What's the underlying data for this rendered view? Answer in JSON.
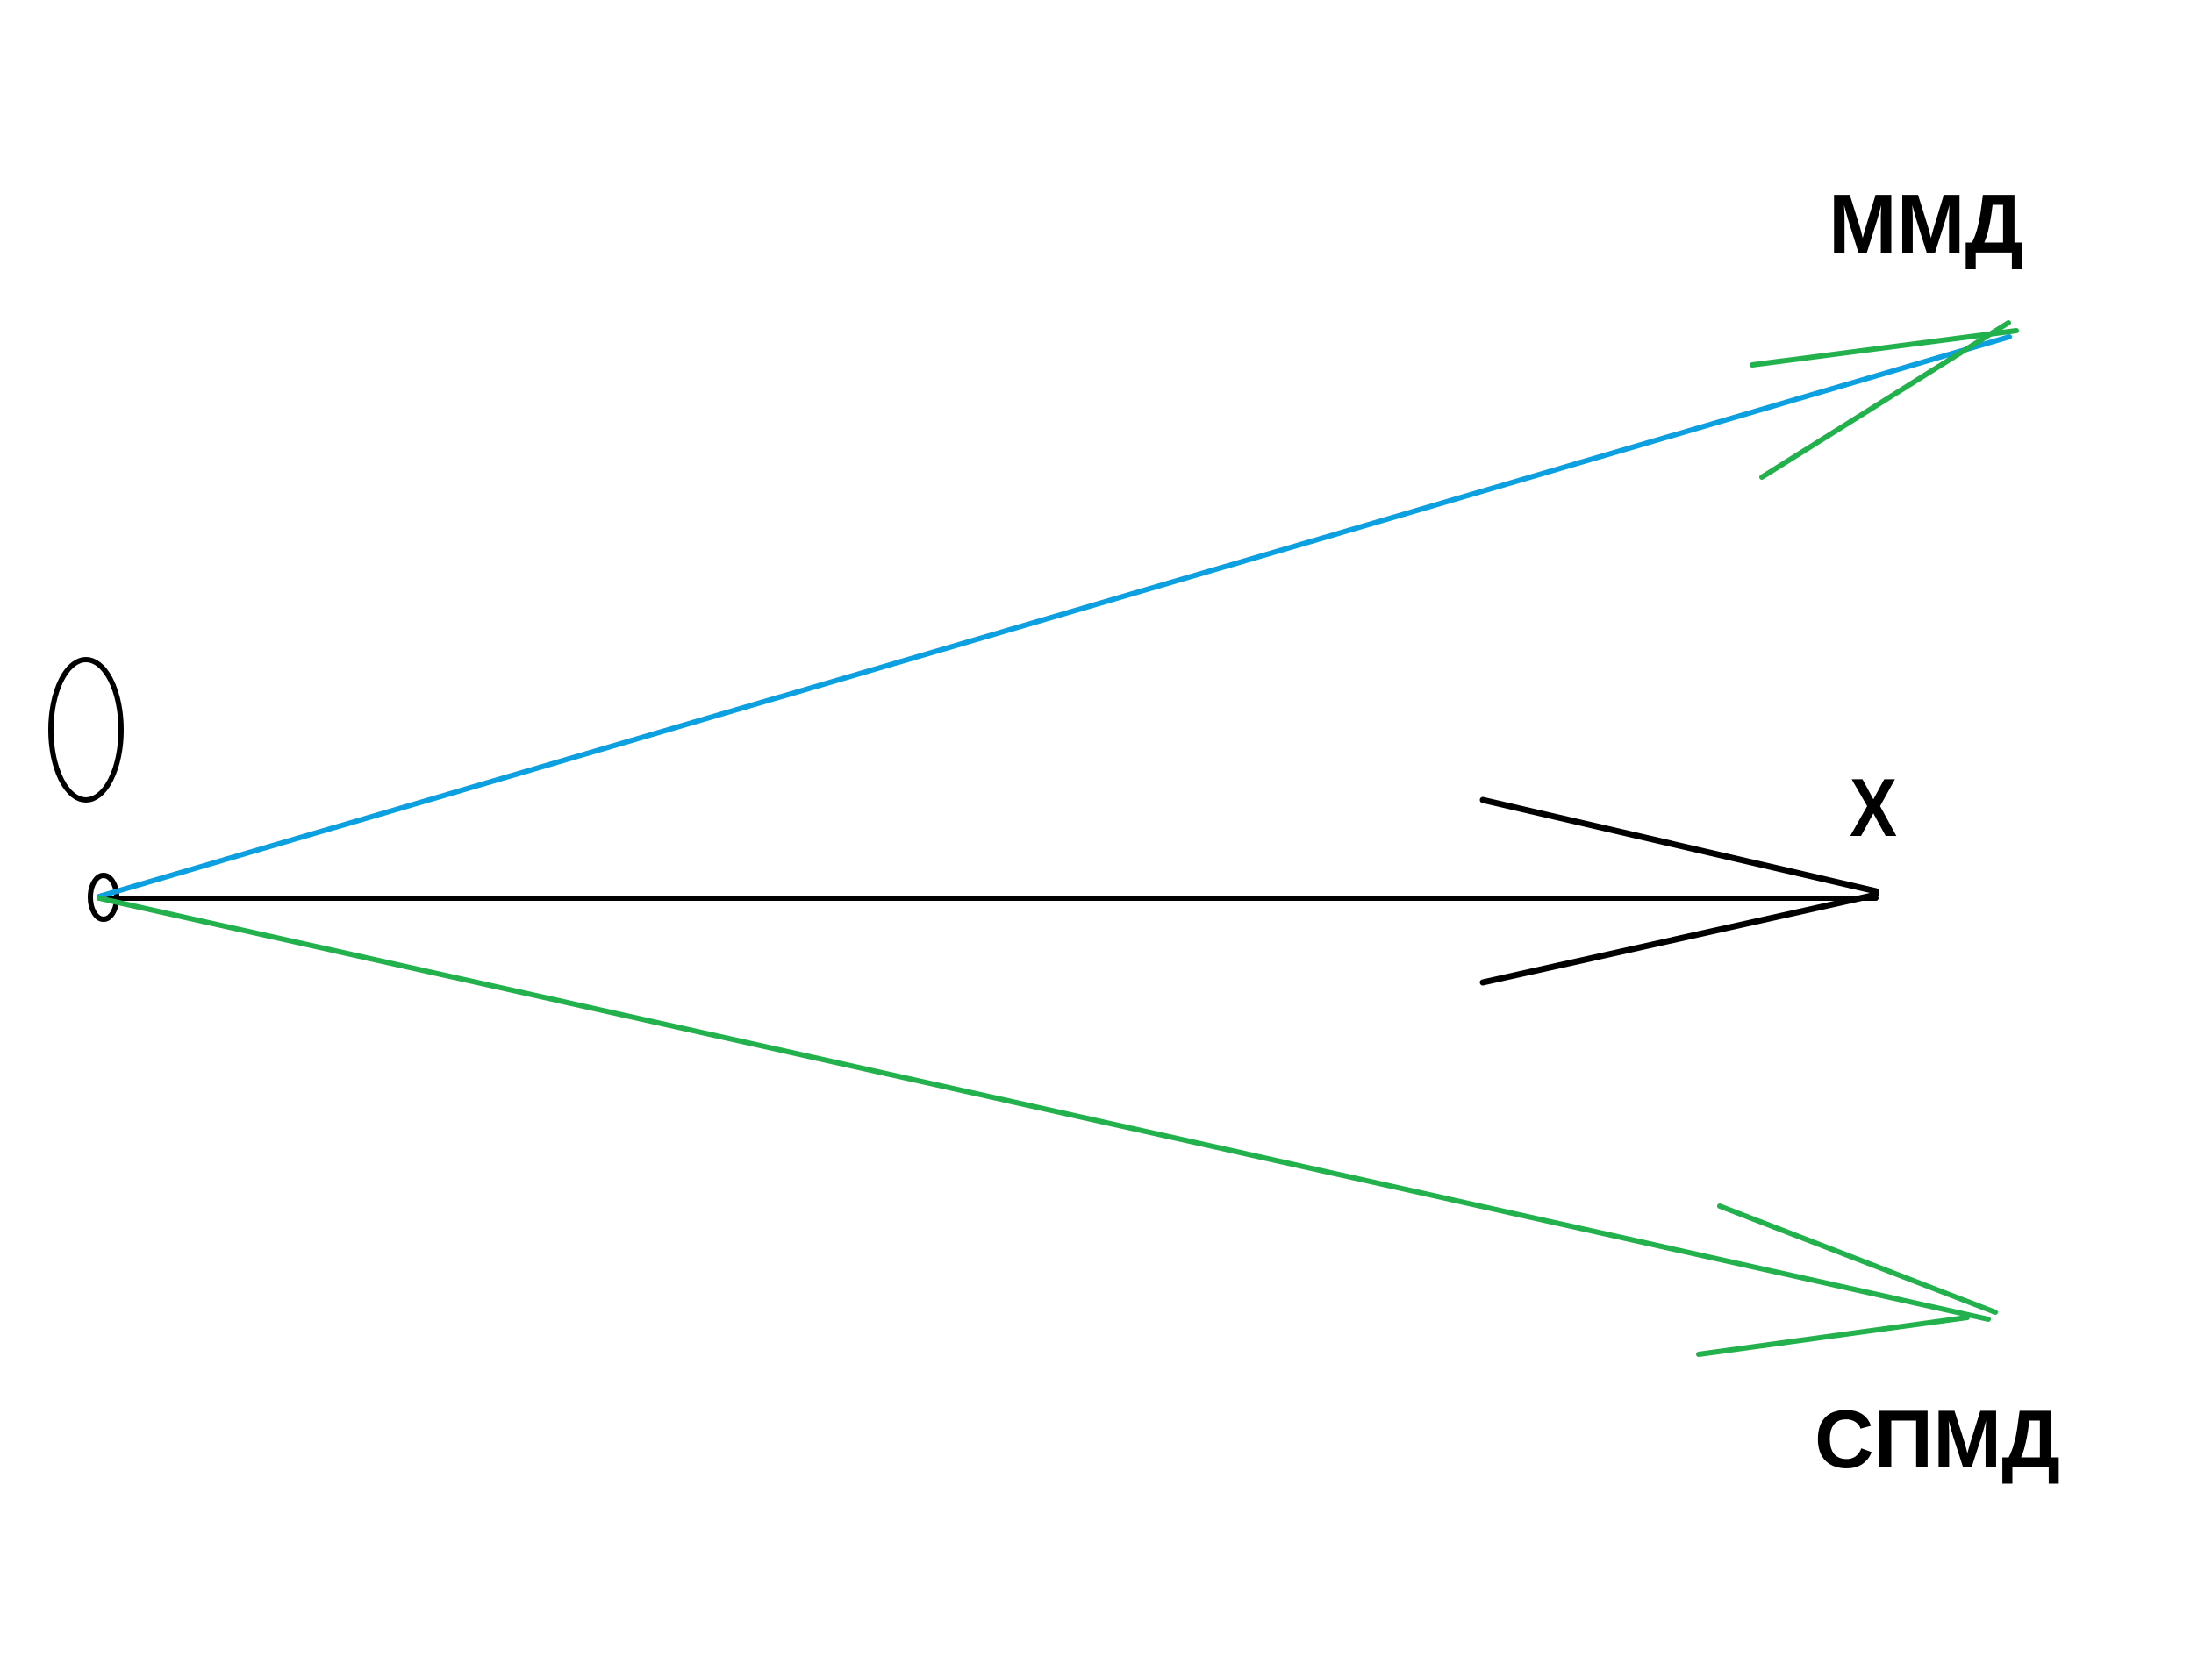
{
  "diagram": {
    "labels": {
      "mmd": "ММД",
      "x": "X",
      "spmd": "СПМД"
    },
    "colors": {
      "mmd_vector": "#0ca0e0",
      "mmd_arrowhead": "#22b14c",
      "x_vector": "#000000",
      "spmd_vector": "#22b14c",
      "outline": "#000000"
    },
    "elements": [
      {
        "id": "large-ellipse",
        "kind": "ellipse",
        "description": "large open ellipse above origin"
      },
      {
        "id": "origin-ellipse",
        "kind": "ellipse",
        "description": "small ellipse at the common origin of the three arrows"
      },
      {
        "id": "arrow-mmd",
        "kind": "arrow",
        "label": "ММД",
        "direction": "up-right"
      },
      {
        "id": "arrow-x",
        "kind": "arrow",
        "label": "X",
        "direction": "right"
      },
      {
        "id": "arrow-spmd",
        "kind": "arrow",
        "label": "СПМД",
        "direction": "down-right"
      }
    ]
  }
}
